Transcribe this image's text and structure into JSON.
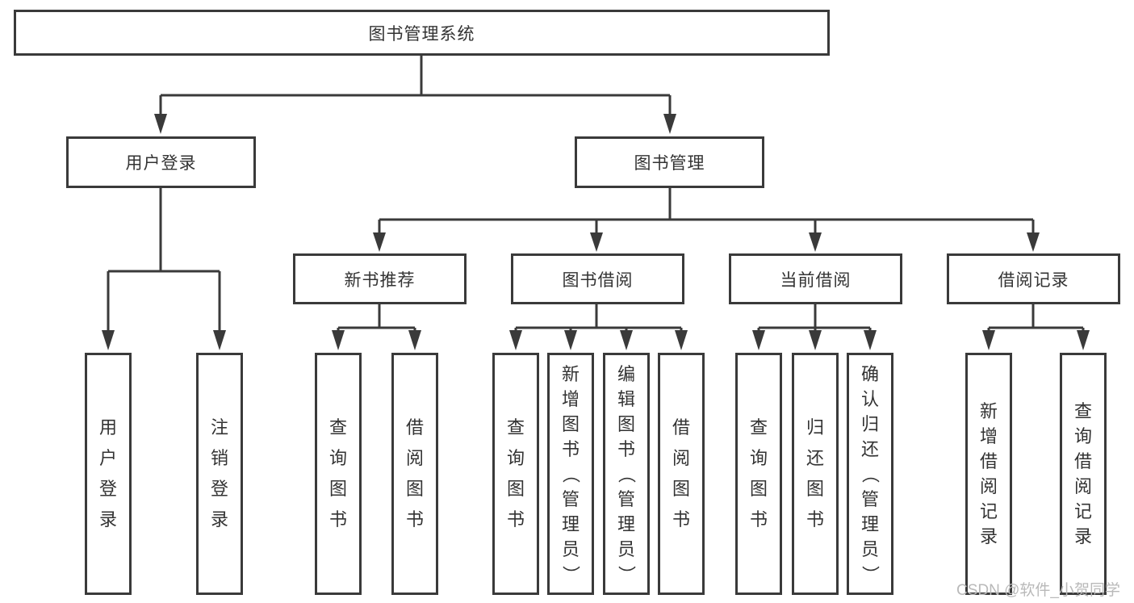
{
  "diagram": {
    "title": "图书管理系统",
    "root": {
      "label": "图书管理系统"
    },
    "level2": [
      {
        "id": "user-login",
        "label": "用户登录"
      },
      {
        "id": "book-management",
        "label": "图书管理"
      }
    ],
    "level3": [
      {
        "id": "new-book-recommend",
        "label": "新书推荐",
        "parent": "图书管理"
      },
      {
        "id": "book-borrow",
        "label": "图书借阅",
        "parent": "图书管理"
      },
      {
        "id": "current-borrow",
        "label": "当前借阅",
        "parent": "图书管理"
      },
      {
        "id": "borrow-records",
        "label": "借阅记录",
        "parent": "图书管理"
      }
    ],
    "leaves": [
      {
        "label": "用户登录",
        "parent": "用户登录"
      },
      {
        "label": "注销登录",
        "parent": "用户登录"
      },
      {
        "label": "查询图书",
        "parent": "新书推荐"
      },
      {
        "label": "借阅图书",
        "parent": "新书推荐"
      },
      {
        "label": "查询图书",
        "parent": "图书借阅"
      },
      {
        "label": "新增图书（管理员）",
        "parent": "图书借阅"
      },
      {
        "label": "编辑图书（管理员）",
        "parent": "图书借阅"
      },
      {
        "label": "借阅图书",
        "parent": "图书借阅"
      },
      {
        "label": "查询图书",
        "parent": "当前借阅"
      },
      {
        "label": "归还图书",
        "parent": "当前借阅"
      },
      {
        "label": "确认归还（管理员）",
        "parent": "当前借阅"
      },
      {
        "label": "新增借阅记录",
        "parent": "借阅记录"
      },
      {
        "label": "查询借阅记录",
        "parent": "借阅记录"
      }
    ]
  },
  "watermark": "CSDN @软件_小贺同学",
  "colors": {
    "line": "#3a3a3a",
    "text": "#333333",
    "watermark": "#b9b9b9",
    "background": "#ffffff"
  }
}
